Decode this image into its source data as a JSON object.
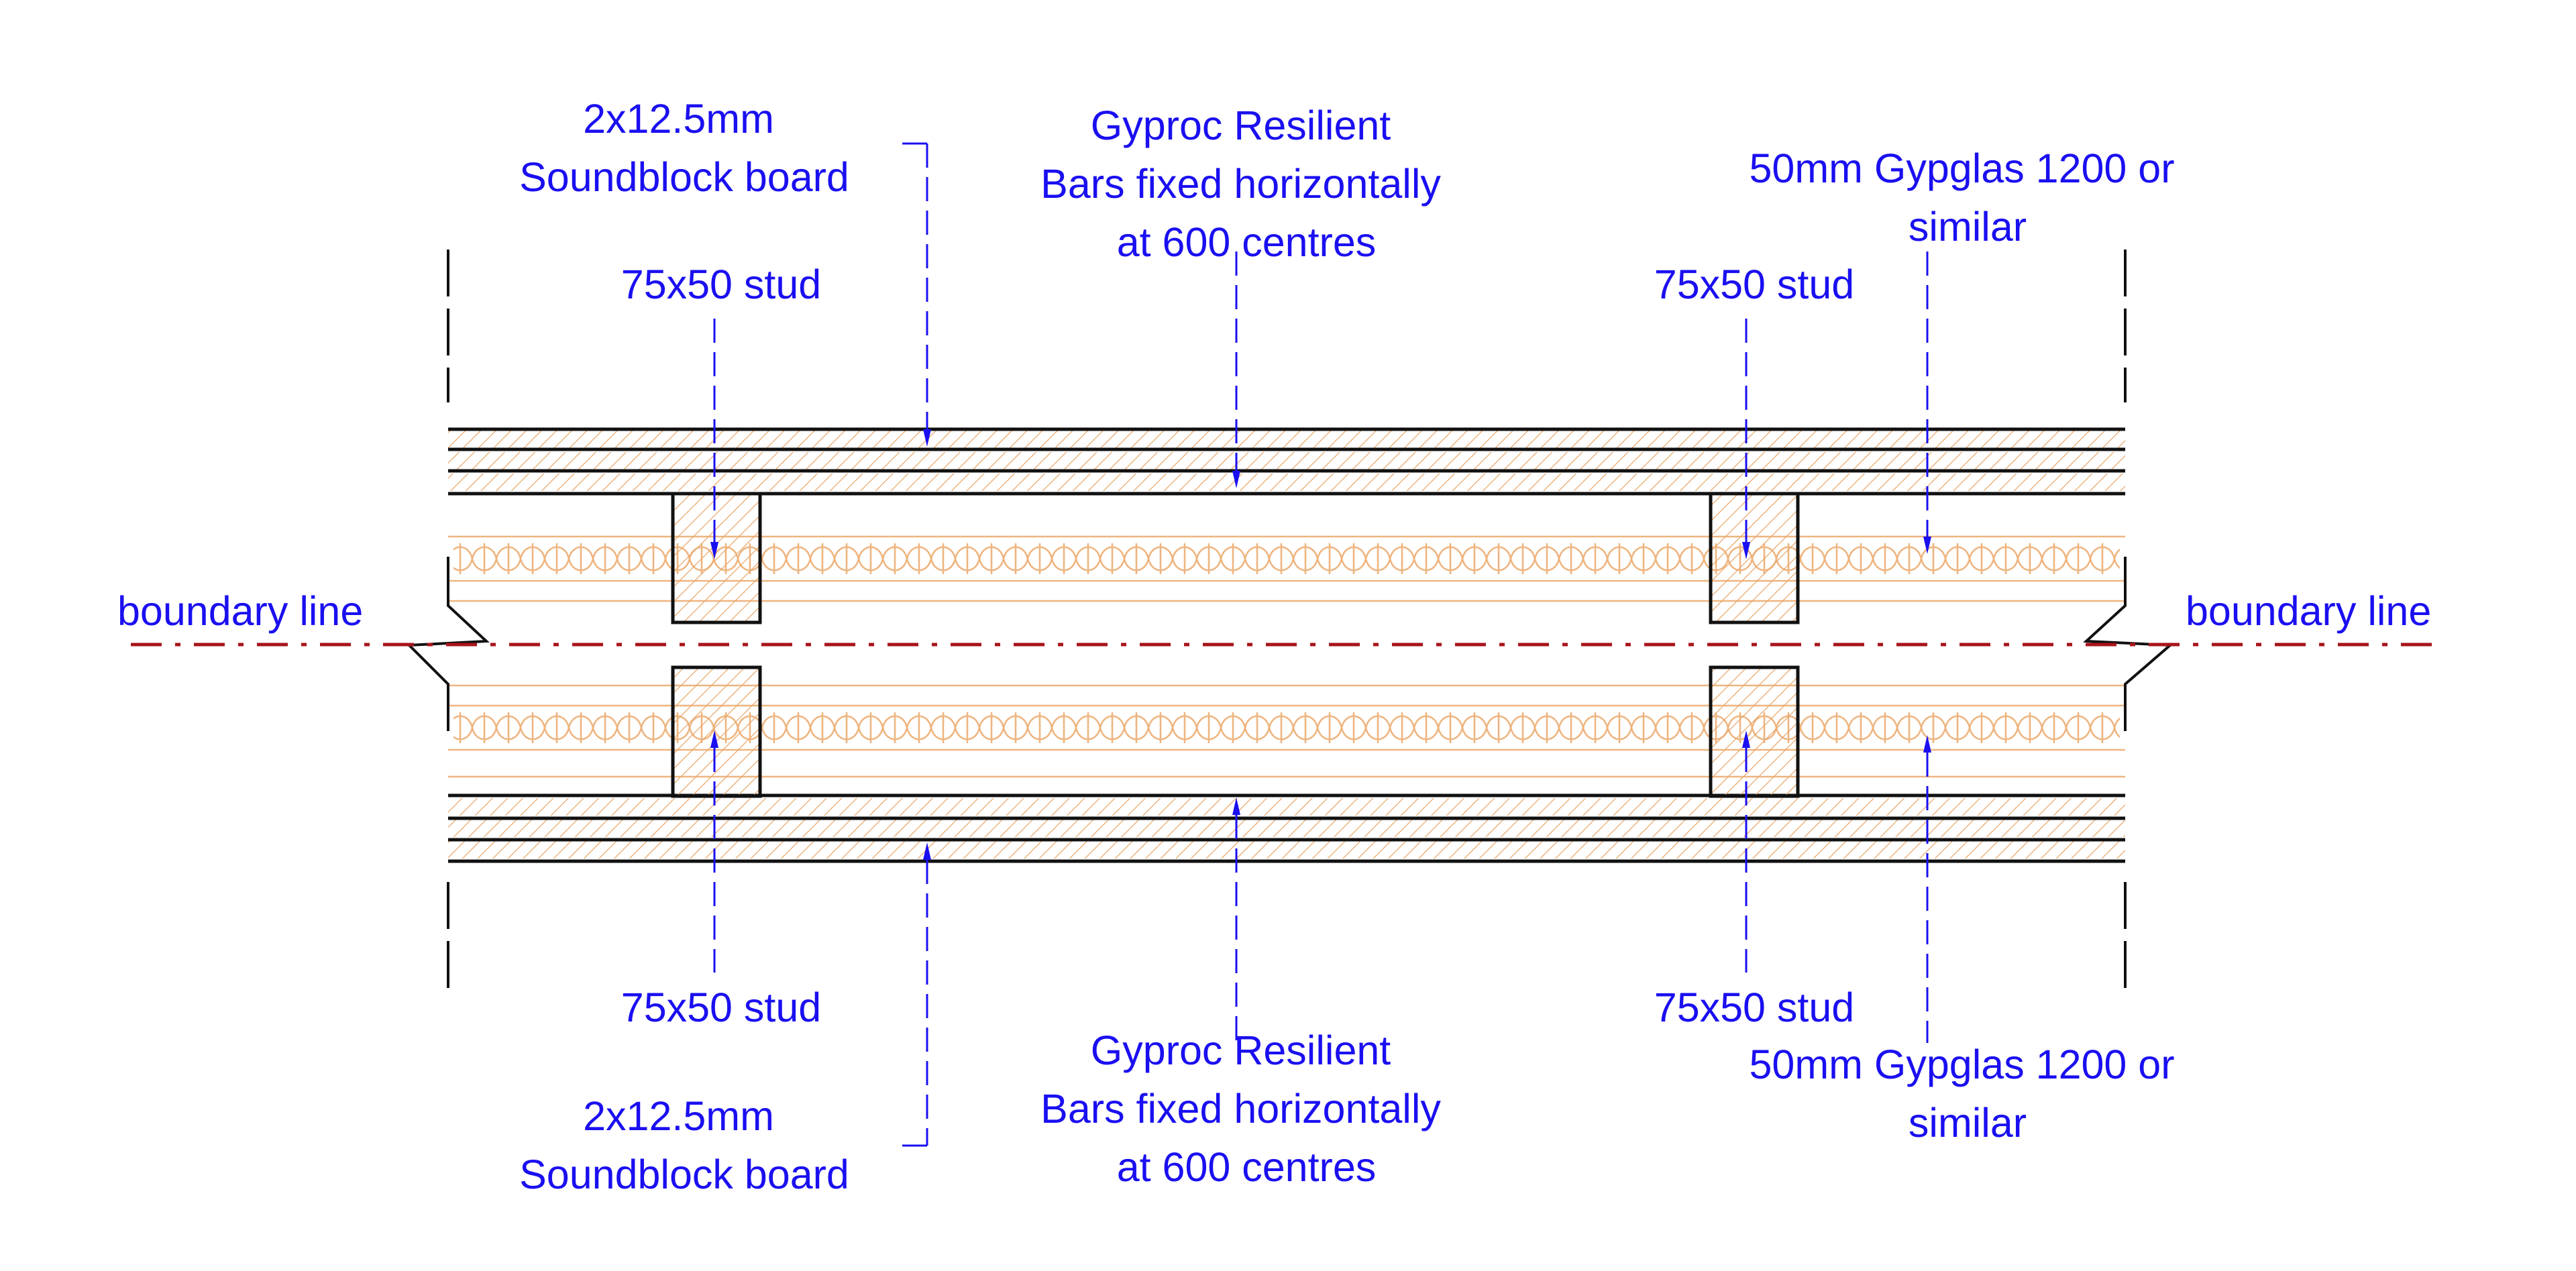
{
  "labels": {
    "top_board": [
      "2x12.5mm",
      "Soundblock board"
    ],
    "top_resilient": [
      "Gyproc Resilient",
      "Bars fixed horizontally",
      "at 600 centres"
    ],
    "top_insulation": [
      "50mm Gypglas 1200 or",
      "similar"
    ],
    "top_stud_left": "75x50 stud",
    "top_stud_right": "75x50 stud",
    "boundary_left": "boundary line",
    "boundary_right": "boundary line",
    "bottom_stud_left": "75x50 stud",
    "bottom_stud_right": "75x50 stud",
    "bottom_resilient": [
      "Gyproc Resilient",
      "Bars fixed horizontally",
      "at 600 centres"
    ],
    "bottom_insulation": [
      "50mm Gypglas 1200 or",
      "similar"
    ],
    "bottom_board": [
      "2x12.5mm",
      "Soundblock board"
    ]
  },
  "colors": {
    "annotation": "#1a0ff0",
    "boundary_line": "#a8141b",
    "hatch": "#e8a465",
    "insulation": "#eeb580",
    "outline": "#111111"
  }
}
